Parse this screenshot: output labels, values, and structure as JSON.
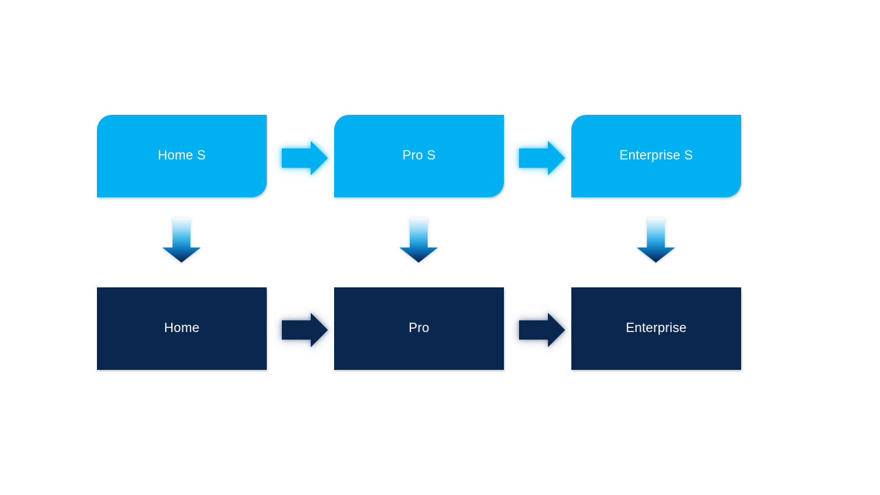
{
  "diagram": {
    "columns": [
      {
        "top_label": "Home S",
        "bottom_label": "Home"
      },
      {
        "top_label": "Pro S",
        "bottom_label": "Pro"
      },
      {
        "top_label": "Enterprise S",
        "bottom_label": "Enterprise"
      }
    ],
    "icons": {
      "right_arrow_glyph": "➡",
      "down_arrow_glyph": "⬇"
    },
    "colors": {
      "background": "#FFFFFF",
      "top_box_fill": "#00B0F0",
      "bottom_box_fill": "#0A2750",
      "label_text": "#FFFFFF",
      "down_arrow_gradient": [
        "#F7FCFE",
        "#9EDCF6",
        "#3AB3E8",
        "#0F7CC1",
        "#0A4886",
        "#05203F"
      ]
    }
  }
}
